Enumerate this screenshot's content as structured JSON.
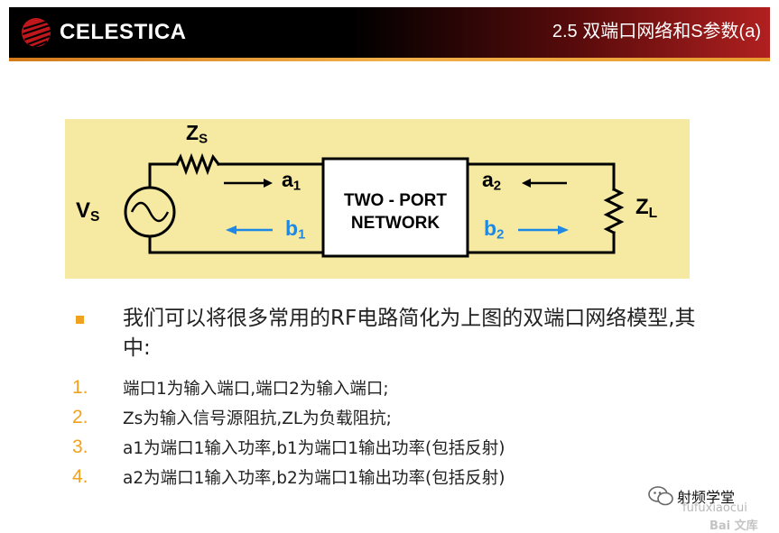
{
  "header": {
    "logo_text": "CELESTICA",
    "title": "2.5 双端口网络和S参数(a)"
  },
  "diagram": {
    "source_label": "V",
    "source_sub": "S",
    "zs_label": "Z",
    "zs_sub": "S",
    "zl_label": "Z",
    "zl_sub": "L",
    "a1_label": "a",
    "a1_sub": "1",
    "b1_label": "b",
    "b1_sub": "1",
    "a2_label": "a",
    "a2_sub": "2",
    "b2_label": "b",
    "b2_sub": "2",
    "network_line1": "TWO - PORT",
    "network_line2": "NETWORK",
    "colors": {
      "background": "#f6e9a2",
      "wave_b": "#1e88e5",
      "wave_a": "#000000"
    }
  },
  "content": {
    "intro": "我们可以将很多常用的RF电路简化为上图的双端口网络模型,其中:",
    "items": [
      {
        "num": "1.",
        "text": "端口1为输入端口,端口2为输入端口;"
      },
      {
        "num": "2.",
        "text": "Zs为输入信号源阻抗,ZL为负载阻抗;"
      },
      {
        "num": "3.",
        "text": "a1为端口1输入功率,b1为端口1输出功率(包括反射)"
      },
      {
        "num": "4.",
        "text": "a2为端口1输入功率,b2为端口1输出功率(包括反射)"
      }
    ]
  },
  "watermarks": {
    "wechat_name": "射频学堂",
    "user": "fufuxiaocui",
    "baidu": "Bai 文库"
  },
  "colors": {
    "accent": "#f0a21e",
    "header_red": "#b02020"
  }
}
